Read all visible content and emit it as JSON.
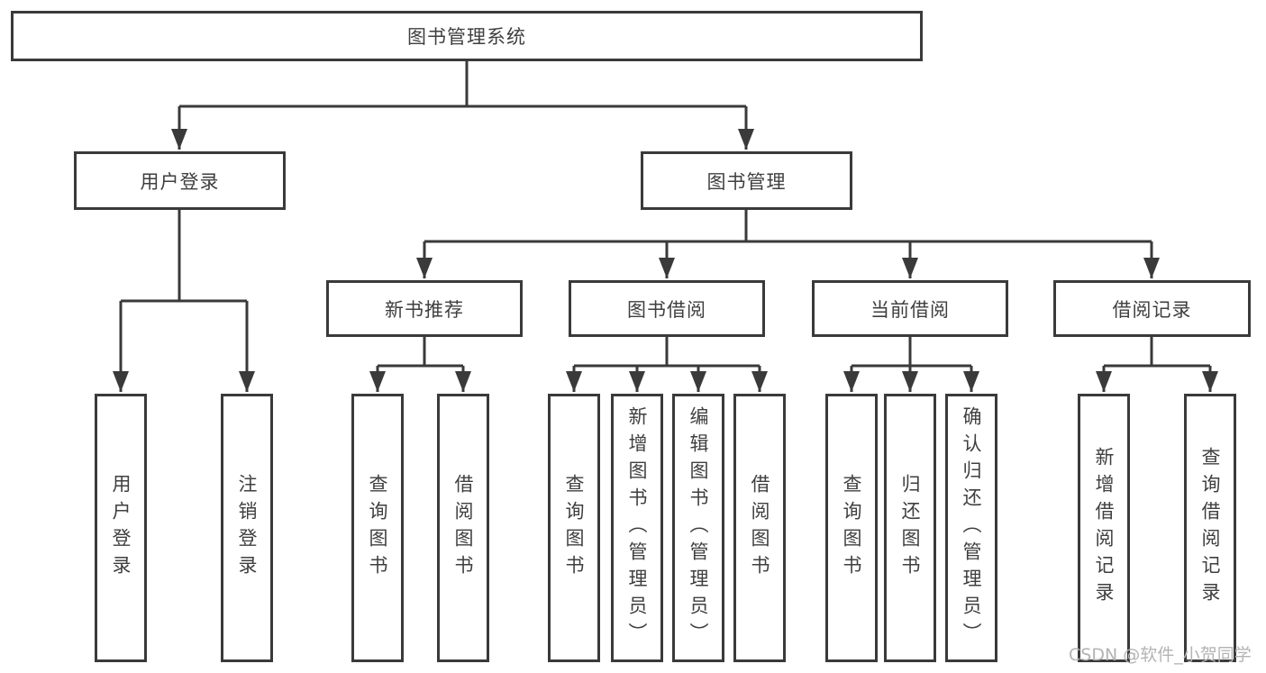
{
  "diagram_title": "图书管理系统",
  "tree": {
    "label": "图书管理系统",
    "children": [
      {
        "label": "用户登录",
        "children": [
          {
            "label": "用户登录"
          },
          {
            "label": "注销登录"
          }
        ]
      },
      {
        "label": "图书管理",
        "children": [
          {
            "label": "新书推荐",
            "children": [
              {
                "label": "查询图书"
              },
              {
                "label": "借阅图书"
              }
            ]
          },
          {
            "label": "图书借阅",
            "children": [
              {
                "label": "查询图书"
              },
              {
                "label": "新增图书（管理员）"
              },
              {
                "label": "编辑图书（管理员）"
              },
              {
                "label": "借阅图书"
              }
            ]
          },
          {
            "label": "当前借阅",
            "children": [
              {
                "label": "查询图书"
              },
              {
                "label": "归还图书"
              },
              {
                "label": "确认归还（管理员）"
              }
            ]
          },
          {
            "label": "借阅记录",
            "children": [
              {
                "label": "新增借阅记录"
              },
              {
                "label": "查询借阅记录"
              }
            ]
          }
        ]
      }
    ]
  },
  "watermark": {
    "text": "CSDN @软件_小贺同学"
  },
  "colors": {
    "line": "#3a3a3a",
    "text": "#3f3f3f",
    "watermark": "#b3b3b3",
    "background": "#ffffff"
  }
}
